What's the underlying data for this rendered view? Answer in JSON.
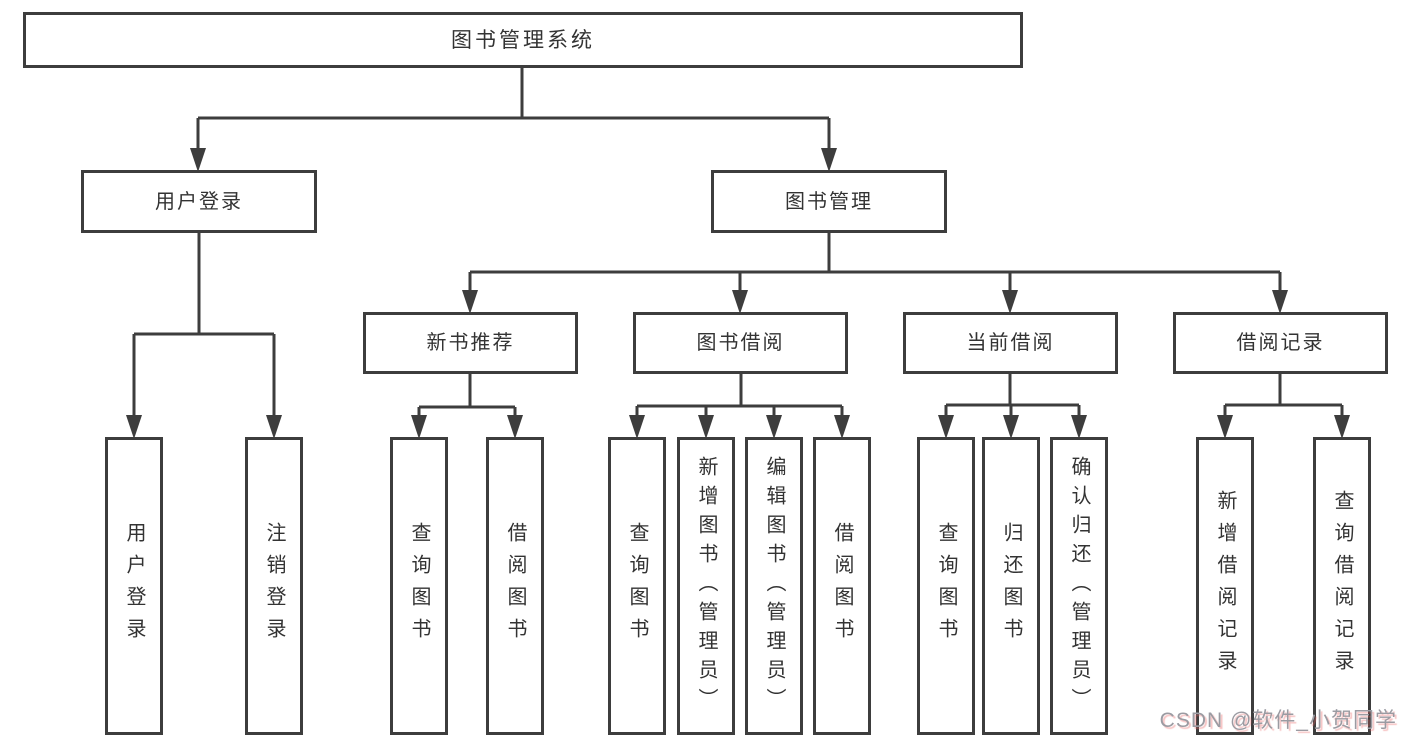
{
  "diagram": {
    "title": "图书管理系统",
    "nodes": {
      "root": "图书管理系统",
      "user_login": "用户登录",
      "book_mgmt": "图书管理",
      "new_book_rec": "新书推荐",
      "book_borrow": "图书借阅",
      "current_borrow": "当前借阅",
      "borrow_records": "借阅记录",
      "leaf_user_login": "用户登录",
      "leaf_logout": "注销登录",
      "leaf_query_book_rec": "查询图书",
      "leaf_borrow_book_rec": "借阅图书",
      "leaf_query_book_borrow": "查询图书",
      "leaf_add_book": "新增图书（管理员）",
      "leaf_edit_book": "编辑图书（管理员）",
      "leaf_borrow_book_borrow": "借阅图书",
      "leaf_query_book_current": "查询图书",
      "leaf_return_book": "归还图书",
      "leaf_confirm_return": "确认归还（管理员）",
      "leaf_add_borrow_record": "新增借阅记录",
      "leaf_query_borrow_record": "查询借阅记录"
    },
    "colors": {
      "line": "#3d3d3d",
      "text": "#333333",
      "background": "#ffffff",
      "watermark": "#9b9ba2"
    }
  },
  "watermark": {
    "text": "CSDN @软件_小贺同学"
  }
}
